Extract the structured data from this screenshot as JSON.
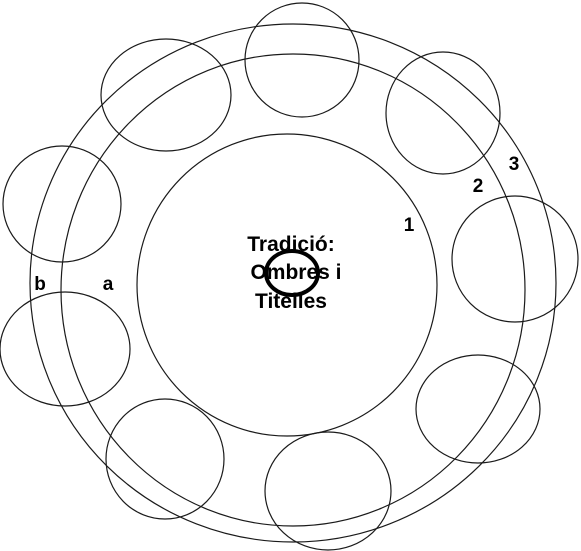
{
  "center": {
    "lines": [
      "Tradició:",
      "Ombres i",
      "Titelles"
    ]
  },
  "labels": {
    "one": "1",
    "two": "2",
    "three": "3",
    "a": "a",
    "b": "b"
  }
}
